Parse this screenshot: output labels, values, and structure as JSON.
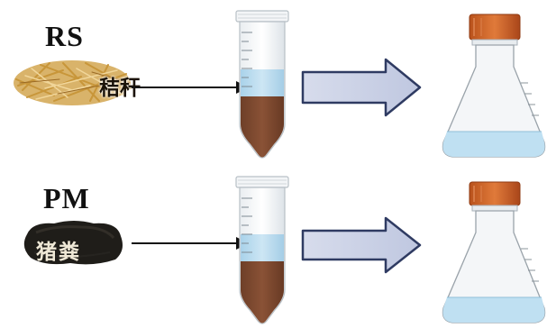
{
  "rows": [
    {
      "abbr": "RS",
      "label": "秸秆"
    },
    {
      "abbr": "PM",
      "label": "猪粪"
    }
  ]
}
